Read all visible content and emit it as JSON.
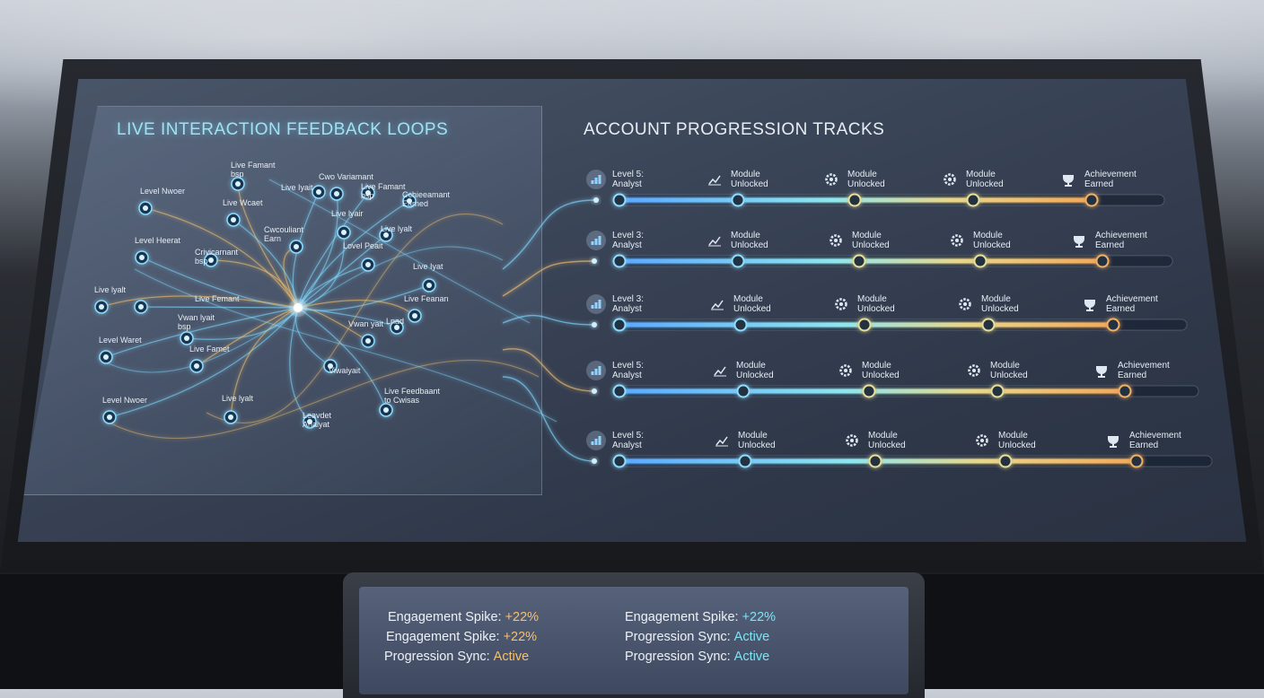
{
  "left_panel": {
    "title": "LIVE INTERACTION FEEDBACK LOOPS",
    "nodes": [
      {
        "id": "n1",
        "label": "Live Famant\nbsp"
      },
      {
        "id": "n2",
        "label": "Cwo Variamant"
      },
      {
        "id": "n3",
        "label": "Live Iyait"
      },
      {
        "id": "n4",
        "label": "Level Nwoer"
      },
      {
        "id": "n5",
        "label": "Cchieeamant\nEarned"
      },
      {
        "id": "n6",
        "label": "Live lyair"
      },
      {
        "id": "n7",
        "label": "Cwcouliant\nEarn"
      },
      {
        "id": "n8",
        "label": "Live Wcaet"
      },
      {
        "id": "n9",
        "label": "Live lyalt"
      },
      {
        "id": "n10",
        "label": "Crivicarnant\nbsp"
      },
      {
        "id": "n11",
        "label": "Lovel Peait"
      },
      {
        "id": "n12",
        "label": "Level Heerat"
      },
      {
        "id": "n13",
        "label": "Live lyalt"
      },
      {
        "id": "n14",
        "label": "Live Femant"
      },
      {
        "id": "n15",
        "label": "Live Iyat"
      },
      {
        "id": "n16",
        "label": "Live Feanan"
      },
      {
        "id": "n17",
        "label": "Level Waret"
      },
      {
        "id": "n18",
        "label": "Vwan lyait\nbsp"
      },
      {
        "id": "n19",
        "label": "Vwan yait"
      },
      {
        "id": "n20",
        "label": "Lnad"
      },
      {
        "id": "n21",
        "label": "Live Famant\nbsp"
      },
      {
        "id": "n22",
        "label": "Live Famet"
      },
      {
        "id": "n23",
        "label": "Viwaiyait"
      },
      {
        "id": "n24",
        "label": "Level Nwoer"
      },
      {
        "id": "n25",
        "label": "Live lyalt"
      },
      {
        "id": "n26",
        "label": "Live Feedbaant\nto Cwisas"
      },
      {
        "id": "n27",
        "label": "Leavdet\nAnalyat"
      }
    ]
  },
  "right_panel": {
    "title": "ACCOUNT PROGRESSION TRACKS",
    "tracks": [
      {
        "milestones": [
          {
            "icon": "bar-chart-icon",
            "label": "Level 5:\nAnalyst"
          },
          {
            "icon": "trend-chart-icon",
            "label": "Module\nUnlocked"
          },
          {
            "icon": "gear-icon",
            "label": "Module\nUnlocked"
          },
          {
            "icon": "gear-icon",
            "label": "Module\nUnlocked"
          },
          {
            "icon": "trophy-icon",
            "label": "Achievement\nEarned"
          }
        ]
      },
      {
        "milestones": [
          {
            "icon": "bar-chart-icon",
            "label": "Level 3:\nAnalyst"
          },
          {
            "icon": "trend-chart-icon",
            "label": "Module\nUnlocked"
          },
          {
            "icon": "gear-icon",
            "label": "Module\nUnlocked"
          },
          {
            "icon": "gear-icon",
            "label": "Module\nUnlocked"
          },
          {
            "icon": "trophy-icon",
            "label": "Achievement\nEarned"
          }
        ]
      },
      {
        "milestones": [
          {
            "icon": "bar-chart-icon",
            "label": "Level 3:\nAnalyst"
          },
          {
            "icon": "trend-chart-icon",
            "label": "Module\nUnlocked"
          },
          {
            "icon": "gear-icon",
            "label": "Module\nUnlocked"
          },
          {
            "icon": "gear-icon",
            "label": "Module\nUnlocked"
          },
          {
            "icon": "trophy-icon",
            "label": "Achievement\nEarned"
          }
        ]
      },
      {
        "milestones": [
          {
            "icon": "bar-chart-icon",
            "label": "Level 5:\nAnalyst"
          },
          {
            "icon": "trend-chart-icon",
            "label": "Module\nUnlocked"
          },
          {
            "icon": "gear-icon",
            "label": "Module\nUnlocked"
          },
          {
            "icon": "gear-icon",
            "label": "Module\nUnlocked"
          },
          {
            "icon": "trophy-icon",
            "label": "Achievement\nEarned"
          }
        ]
      },
      {
        "milestones": [
          {
            "icon": "bar-chart-icon",
            "label": "Level 5:\nAnalyst"
          },
          {
            "icon": "trend-chart-icon",
            "label": "Module\nUnlocked"
          },
          {
            "icon": "gear-icon",
            "label": "Module\nUnlocked"
          },
          {
            "icon": "gear-icon",
            "label": "Module\nUnlocked"
          },
          {
            "icon": "trophy-icon",
            "label": "Achievement\nEarned"
          }
        ]
      }
    ]
  },
  "status": {
    "items": [
      {
        "label": "Engagement Spike:",
        "value": "+22%",
        "color": "orange"
      },
      {
        "label": "Engagement Spike:",
        "value": "+22%",
        "color": "orange"
      },
      {
        "label": "Progression Sync:",
        "value": "Active",
        "color": "orange"
      },
      {
        "label": "Engagement Spike:",
        "value": "+22%",
        "color": "cyan"
      },
      {
        "label": "Progression Sync:",
        "value": "Active",
        "color": "cyan"
      },
      {
        "label": "Progression Sync:",
        "value": "Active",
        "color": "cyan"
      }
    ]
  },
  "colors": {
    "cyan": "#7fe3f4",
    "orange": "#f5c072",
    "blue": "#5aa8ff",
    "white": "#e8edf3"
  }
}
